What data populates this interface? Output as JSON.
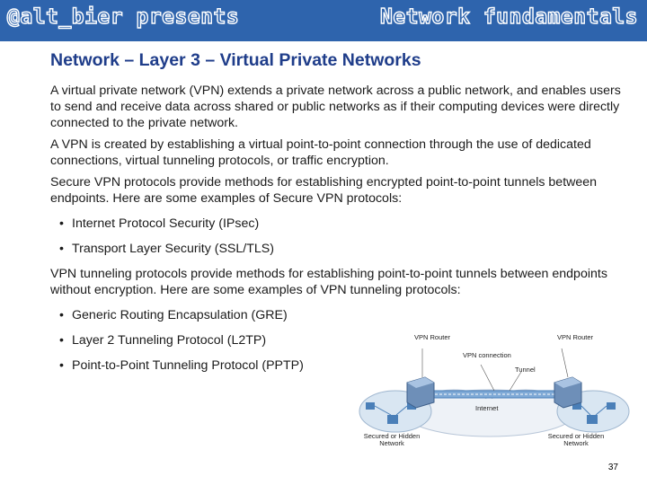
{
  "banner": {
    "left_text": "@alt_bier presents",
    "right_text": "Network fundamentals",
    "color": "#2e64ad"
  },
  "slide": {
    "title": "Network – Layer 3 – Virtual Private Networks",
    "paragraphs": [
      "A virtual private network (VPN) extends a private network across a public network, and enables users to send and receive data across shared or public networks as if their computing devices were directly connected to the private network.",
      "A VPN is created by establishing a virtual point-to-point connection through the use of dedicated connections, virtual tunneling protocols, or traffic encryption.",
      "Secure VPN protocols provide methods for establishing encrypted point-to-point tunnels between endpoints.  Here are some examples of Secure VPN protocols:"
    ],
    "secure_protocols": [
      "Internet Protocol Security (IPsec)",
      "Transport Layer Security (SSL/TLS)"
    ],
    "tunneling_intro": "VPN tunneling protocols provide methods for establishing point-to-point tunnels between endpoints without encryption.  Here are some examples of VPN tunneling protocols:",
    "tunneling_protocols": [
      "Generic Routing Encapsulation (GRE)",
      "Layer 2 Tunneling Protocol (L2TP)",
      "Point-to-Point Tunneling Protocol (PPTP)"
    ],
    "bullet_symbol": "•",
    "page_number": "37"
  },
  "diagram": {
    "router_left_label": "VPN Router",
    "router_right_label": "VPN Router",
    "connection_label": "VPN connection",
    "tunnel_label": "Tunnel",
    "internet_label": "Internet",
    "network_left_label": "Secured or Hidden Network",
    "network_right_label": "Secured or Hidden Network"
  }
}
